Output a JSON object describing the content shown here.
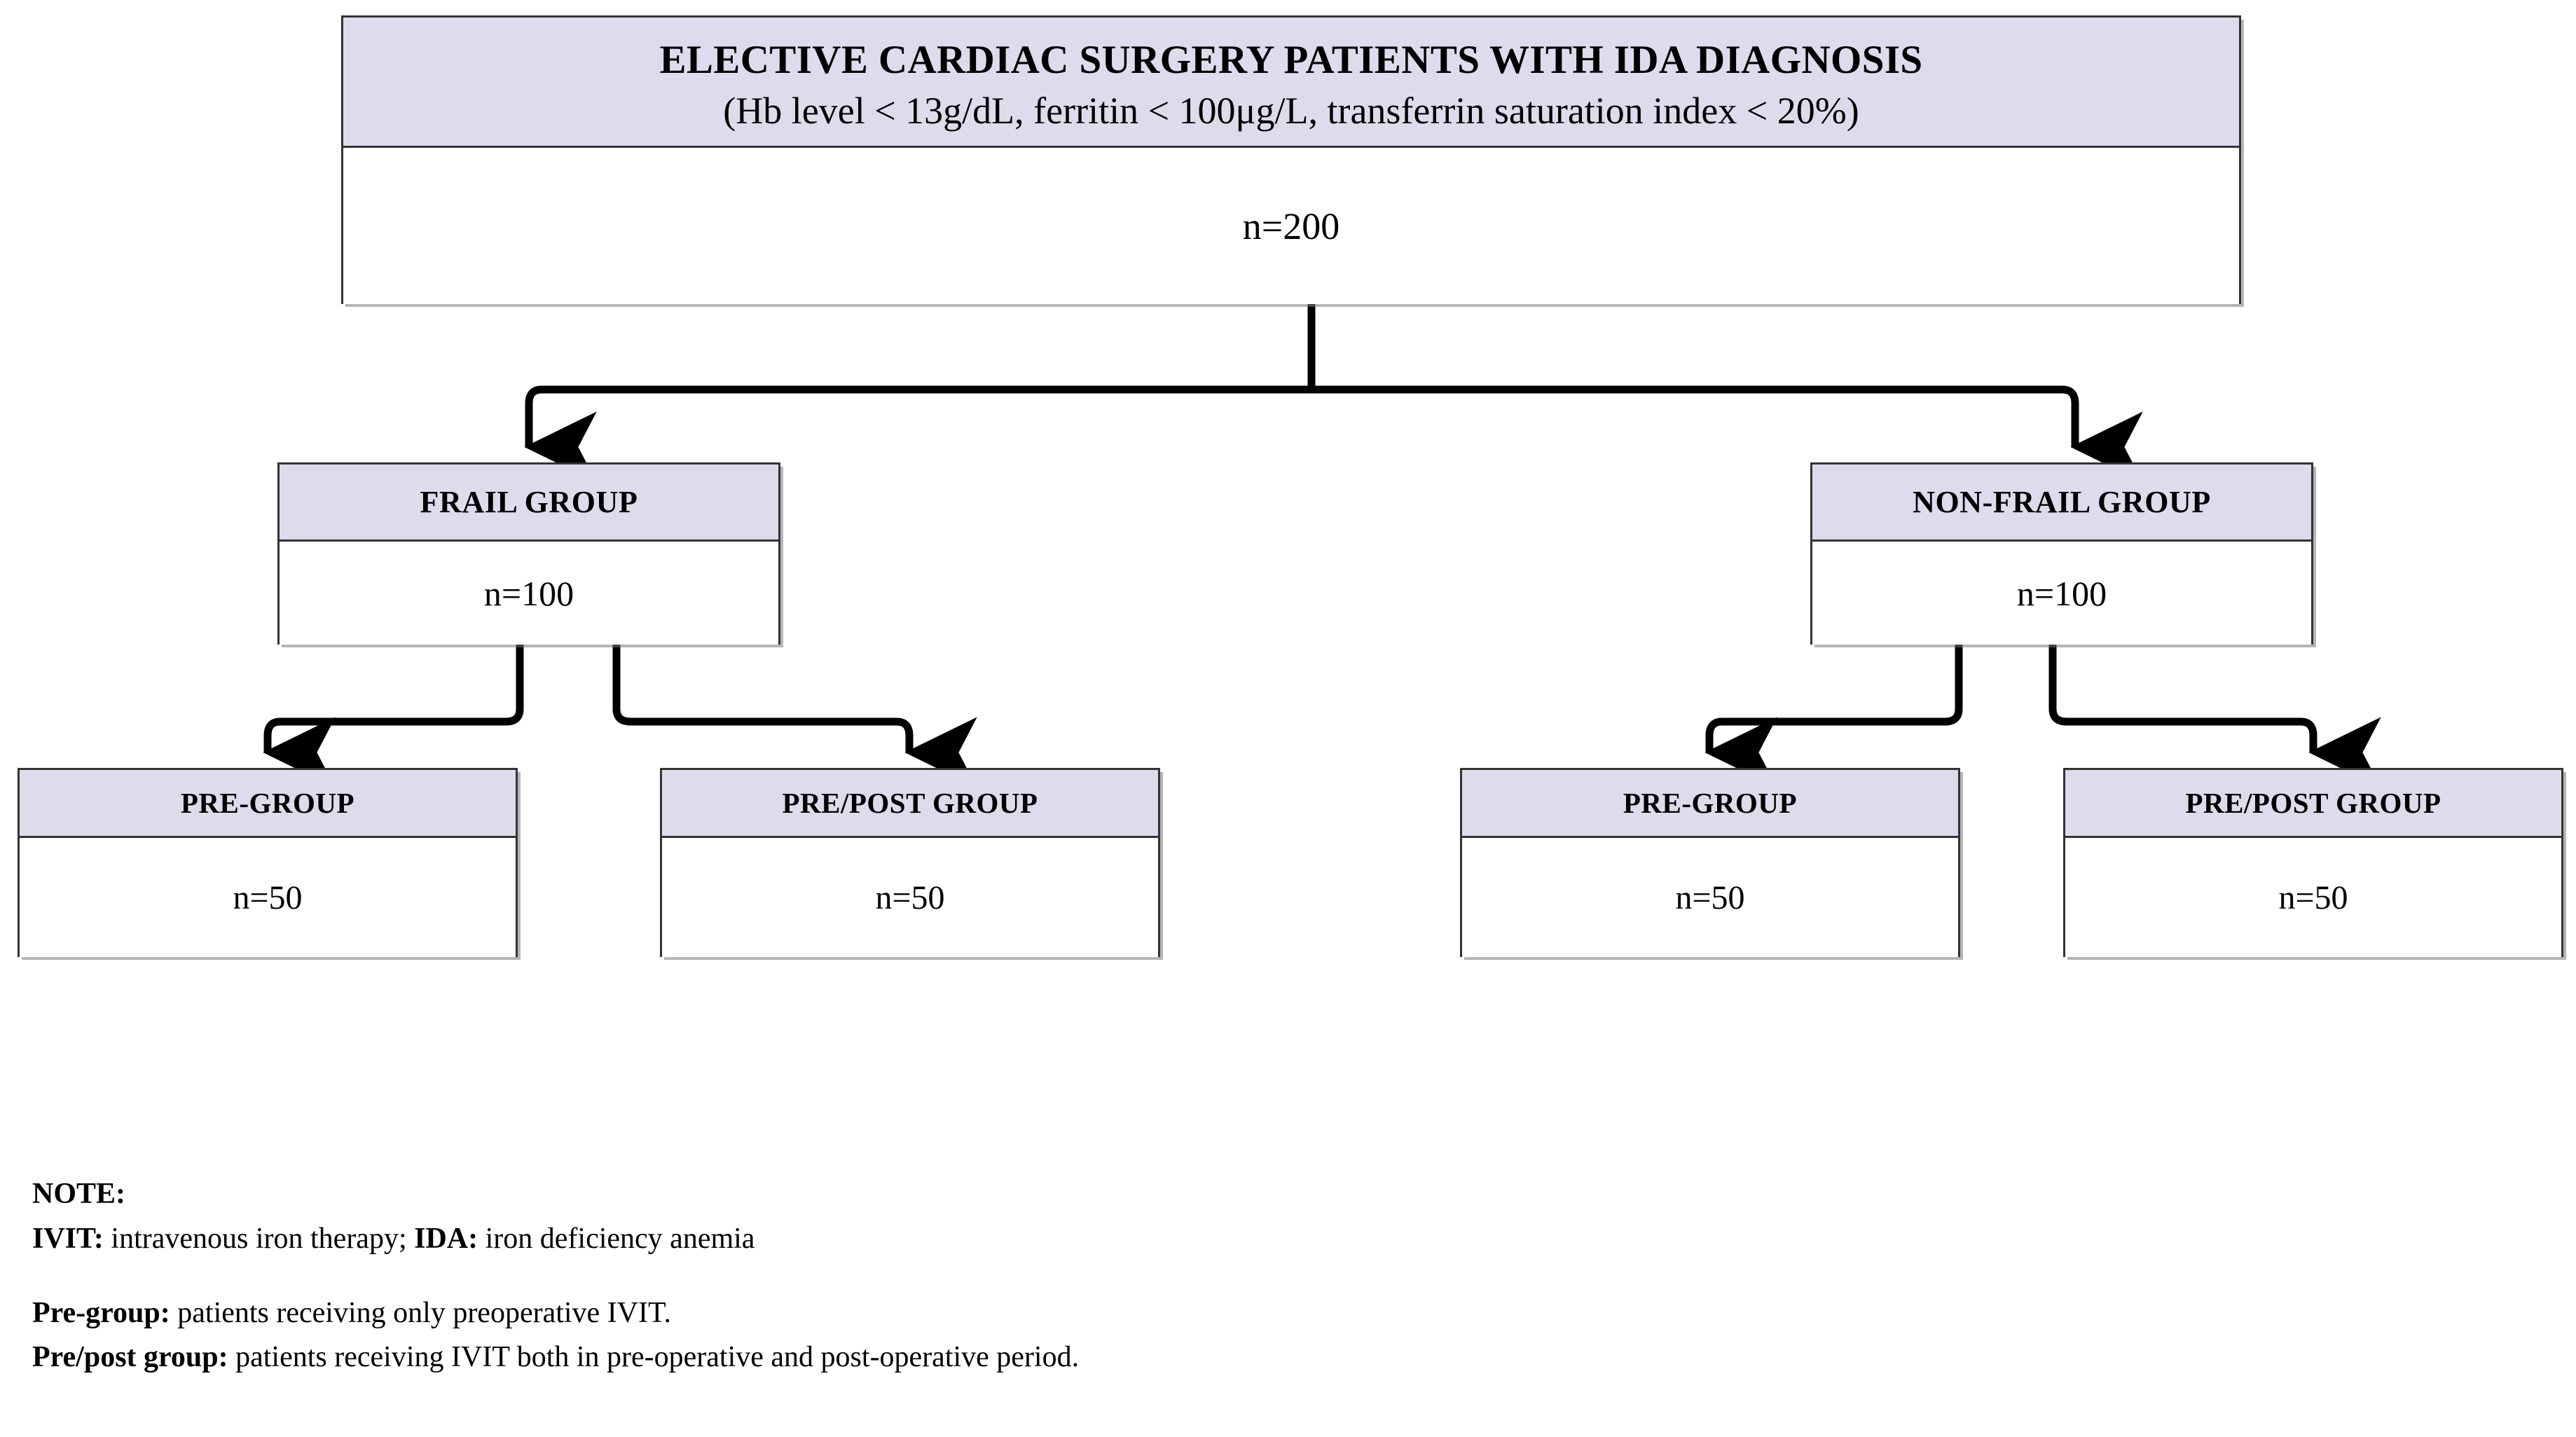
{
  "diagram": {
    "type": "flowchart",
    "root": {
      "title_line1": "ELECTIVE CARDIAC SURGERY PATIENTS WITH IDA DIAGNOSIS",
      "title_line2": "(Hb level < 13g/dL, ferritin < 100μg/L, transferrin saturation index < 20%)",
      "count": "n=200"
    },
    "groups": [
      {
        "label": "FRAIL GROUP",
        "count": "n=100"
      },
      {
        "label": "NON-FRAIL GROUP",
        "count": "n=100"
      }
    ],
    "subgroups": [
      {
        "label": "PRE-GROUP",
        "count": "n=50",
        "parent": "FRAIL GROUP"
      },
      {
        "label": "PRE/POST GROUP",
        "count": "n=50",
        "parent": "FRAIL GROUP"
      },
      {
        "label": "PRE-GROUP",
        "count": "n=50",
        "parent": "NON-FRAIL GROUP"
      },
      {
        "label": "PRE/POST GROUP",
        "count": "n=50",
        "parent": "NON-FRAIL GROUP"
      }
    ]
  },
  "notes": {
    "heading": "NOTE:",
    "abbrev_1_term": "IVIT:",
    "abbrev_1_def": " intravenous iron therapy; ",
    "abbrev_2_term": "IDA:",
    "abbrev_2_def": " iron deficiency anemia",
    "def_1_term": "Pre-group:",
    "def_1_text": " patients receiving only preoperative IVIT.",
    "def_2_term": "Pre/post group:",
    "def_2_text": " patients receiving IVIT both in pre-operative and post-operative period."
  },
  "colors": {
    "header_fill": "#dcdcec",
    "body_fill": "#ffffff",
    "border": "#333333",
    "shadow": "#787880",
    "connector": "#000000",
    "text": "#000000"
  }
}
